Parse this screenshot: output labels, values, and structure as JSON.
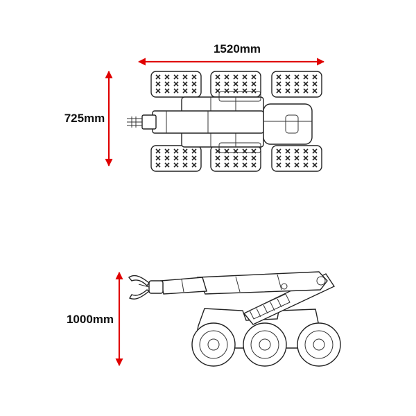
{
  "dimensions": {
    "top_width": "1520mm",
    "top_depth": "725mm",
    "side_height": "1000mm"
  },
  "colors": {
    "dimension_arrow": "#e00000",
    "line_art": "#222222",
    "background": "#ffffff"
  }
}
